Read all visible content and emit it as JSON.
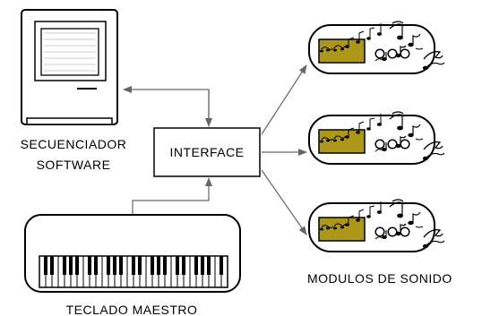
{
  "labels": {
    "sequencer_line1": "SECUENCIADOR",
    "sequencer_line2": "SOFTWARE",
    "interface": "INTERFACE",
    "keyboard": "TECLADO MAESTRO",
    "modules": "MODULOS DE SONIDO"
  },
  "sound_modules": [
    {
      "id": "module-1"
    },
    {
      "id": "module-2"
    },
    {
      "id": "module-3"
    }
  ],
  "colors": {
    "stroke": "#000000",
    "arrow": "#666666",
    "screen": "#ad9718",
    "background": "#ffffff"
  },
  "icons": {
    "computer": "macintosh-computer-icon",
    "keyboard": "piano-keyboard-icon",
    "module": "sound-module-icon",
    "notes": "music-notes-icon"
  }
}
